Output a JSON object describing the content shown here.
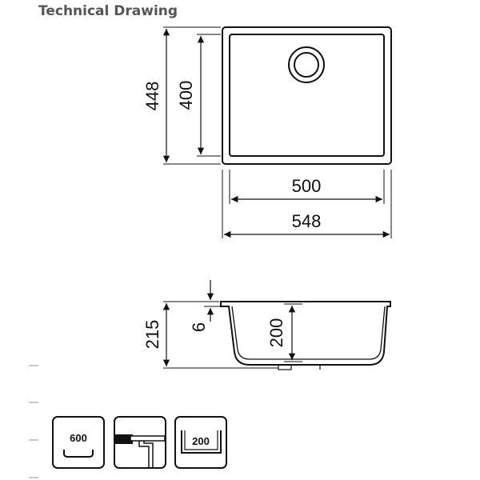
{
  "header": {
    "title": "Technical Drawing"
  },
  "top_view": {
    "outer_height": "448",
    "inner_height": "400",
    "inner_width": "500",
    "outer_width": "548"
  },
  "side_view": {
    "total_height": "215",
    "rim_height": "6",
    "bowl_depth": "200"
  },
  "icons": {
    "cabinet_size": "600",
    "bowl_depth": "200"
  },
  "colors": {
    "line": "#111111",
    "title": "#555555"
  }
}
